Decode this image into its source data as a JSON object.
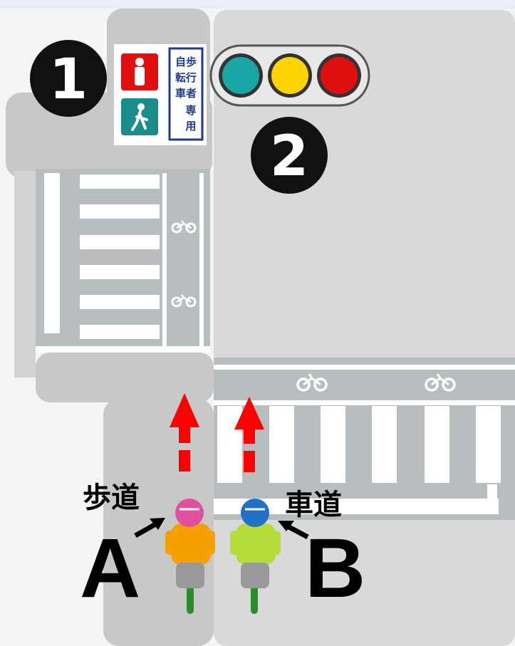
{
  "markers": {
    "one": "1",
    "two": "2"
  },
  "sign": {
    "text_line1": "自歩",
    "text_line2": "転行",
    "text_line3": "車者",
    "text_line4": "専",
    "text_line5": "用"
  },
  "labels": {
    "a_letter": "A",
    "b_letter": "B",
    "a_place": "歩道",
    "b_place": "車道"
  },
  "colors": {
    "road": "#d9d9d9",
    "sidewalk": "#c8c8c8",
    "crossing_bg": "#b8bdbf",
    "stripe": "#ffffff",
    "arrow": "#ff0000",
    "light_green": "#1aa6a6",
    "light_yellow": "#ffd400",
    "light_red": "#e01010"
  },
  "icons": [
    "pedestrian-red-icon",
    "pedestrian-green-icon",
    "traffic-light-icon",
    "bicycle-icon",
    "cyclist-icon",
    "arrow-up-icon"
  ]
}
